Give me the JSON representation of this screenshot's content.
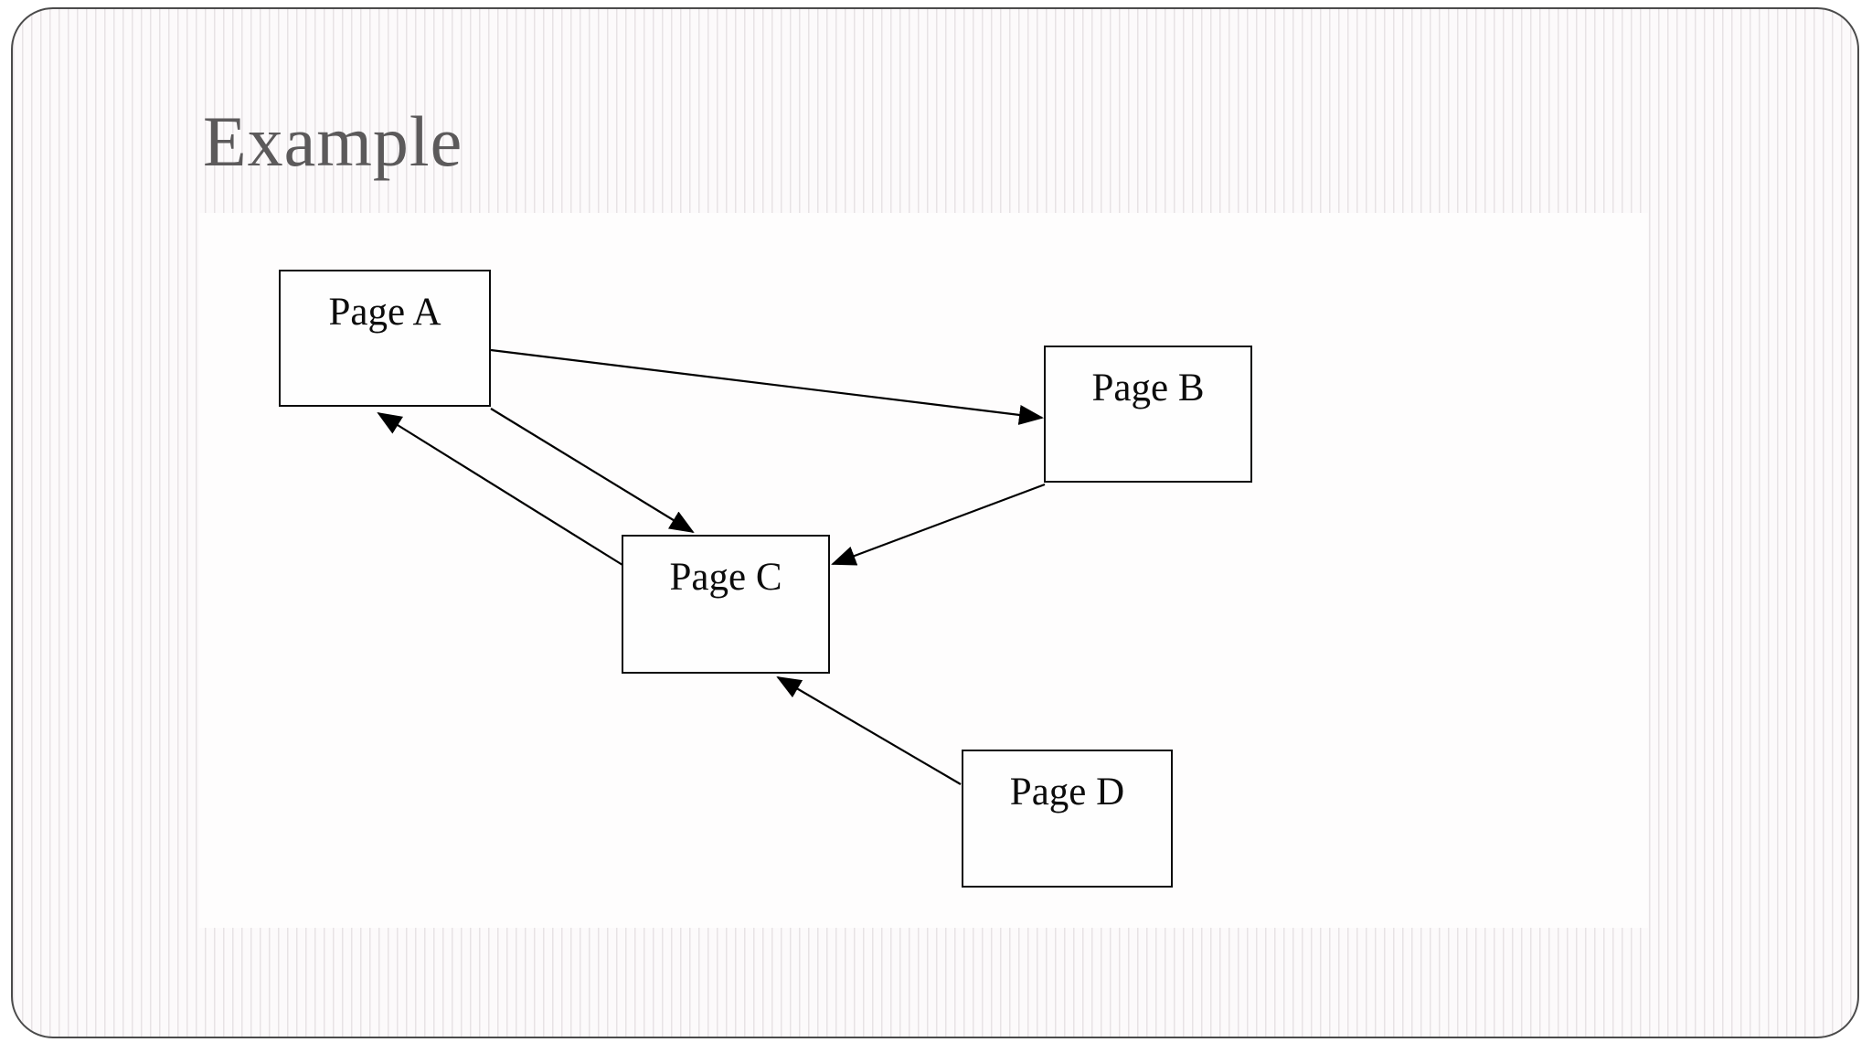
{
  "slide": {
    "title": "Example"
  },
  "diagram": {
    "nodes": [
      {
        "id": "page-a",
        "label": "Page A"
      },
      {
        "id": "page-b",
        "label": "Page B"
      },
      {
        "id": "page-c",
        "label": "Page C"
      },
      {
        "id": "page-d",
        "label": "Page D"
      }
    ],
    "edges": [
      {
        "from": "Page A",
        "to": "Page B"
      },
      {
        "from": "Page A",
        "to": "Page C"
      },
      {
        "from": "Page C",
        "to": "Page A"
      },
      {
        "from": "Page B",
        "to": "Page C"
      },
      {
        "from": "Page D",
        "to": "Page C"
      }
    ]
  },
  "colors": {
    "slide_background": "#fcfafb",
    "stripe": "#e7e3e5",
    "frame_border": "#4b4b4b",
    "content_panel": "#fefdfd",
    "title_text": "#5c5a5b",
    "node_fill": "#fefefe",
    "node_border": "#0c0c0c",
    "edge": "#000000"
  }
}
